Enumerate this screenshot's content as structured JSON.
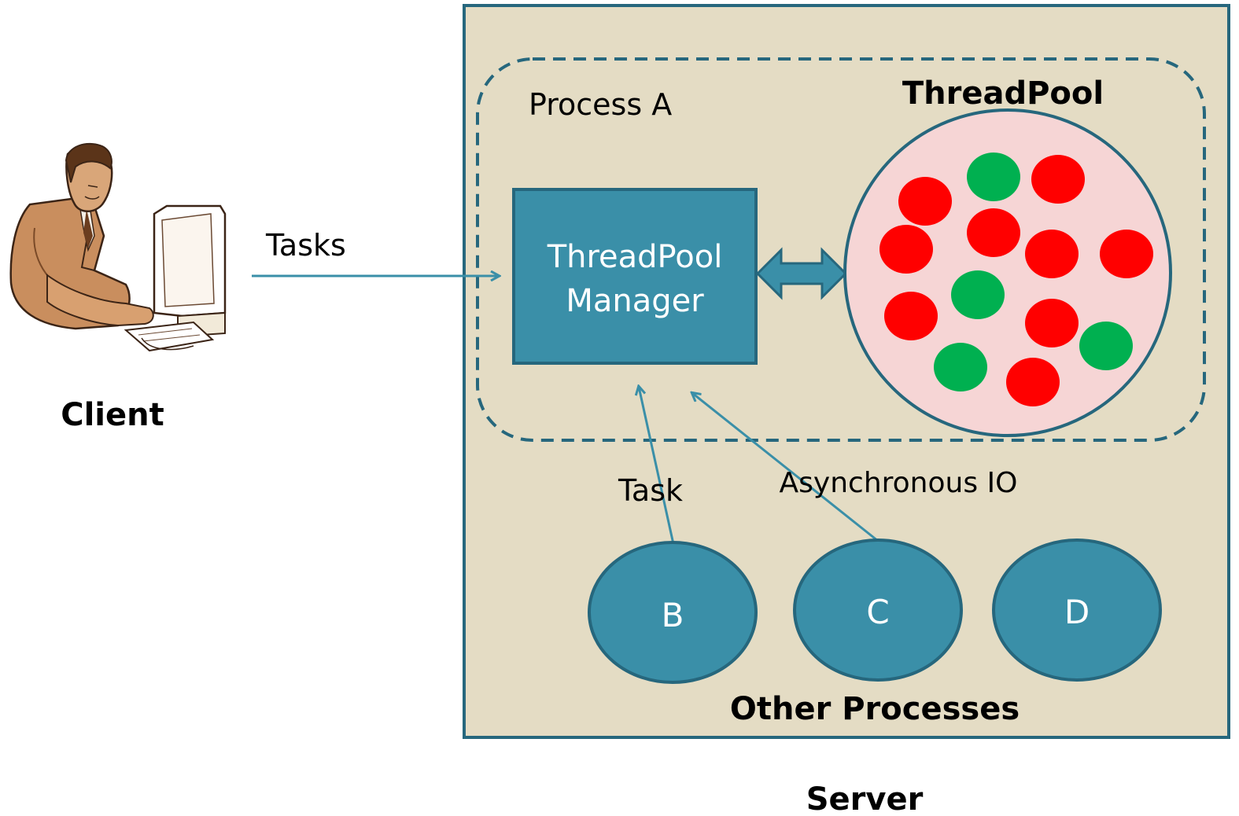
{
  "client": {
    "label": "Client",
    "icon": "client-at-computer-icon"
  },
  "tasks_label": "Tasks",
  "server": {
    "label": "Server",
    "process_a": {
      "label": "Process A",
      "manager_line1": "ThreadPool",
      "manager_line2": "Manager",
      "threadpool_label": "ThreadPool"
    },
    "task_label": "Task",
    "async_io_label": "Asynchronous IO",
    "other_processes": {
      "label": "Other Processes",
      "items": [
        "B",
        "C",
        "D"
      ]
    }
  },
  "threads": {
    "busy_color": "#ff0000",
    "idle_color": "#00b050",
    "states": [
      "idle",
      "busy",
      "busy",
      "busy",
      "busy",
      "busy",
      "busy",
      "idle",
      "busy",
      "busy",
      "idle",
      "idle",
      "busy"
    ]
  },
  "colors": {
    "server_bg": "#e4dcc4",
    "teal": "#3a8fa8",
    "dark_teal": "#26677d",
    "pool_bg": "#f6d5d5"
  }
}
